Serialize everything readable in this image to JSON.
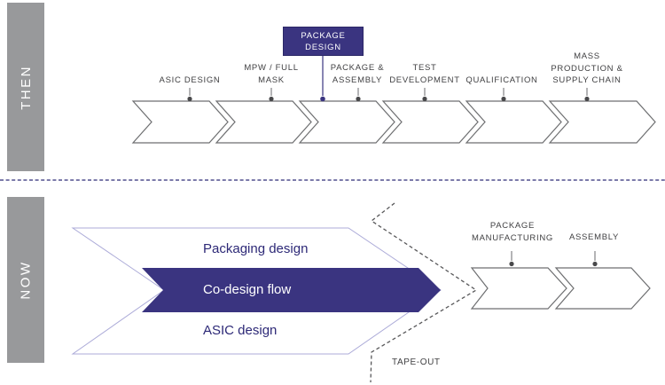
{
  "then_section": {
    "bar_label": "THEN",
    "callout": {
      "label": "PACKAGE\nDESIGN"
    },
    "steps": [
      {
        "label": "ASIC DESIGN"
      },
      {
        "label": "MPW / FULL\nMASK"
      },
      {
        "label": "PACKAGE &\nASSEMBLY"
      },
      {
        "label": "TEST\nDEVELOPMENT"
      },
      {
        "label": "QUALIFICATION"
      },
      {
        "label": "MASS\nPRODUCTION &\nSUPPLY CHAIN"
      }
    ]
  },
  "now_section": {
    "bar_label": "NOW",
    "flow_bands": [
      {
        "label": "Packaging design"
      },
      {
        "label": "Co-design flow"
      },
      {
        "label": "ASIC design"
      }
    ],
    "tapeout_label": "TAPE-OUT",
    "steps": [
      {
        "label": "PACKAGE\nMANUFACTURING"
      },
      {
        "label": "ASSEMBLY"
      }
    ]
  },
  "colors": {
    "accent_navy": "#3A3480",
    "accent_navy_dark": "#2B2766",
    "bar_gray": "#98999B",
    "chevron_outline": "#6D6E70",
    "light_purple_outline": "#ACABD8",
    "label_text": "#3F3F41",
    "divider_navy": "#2F2C78",
    "flow_text_navy": "#2D2977"
  }
}
